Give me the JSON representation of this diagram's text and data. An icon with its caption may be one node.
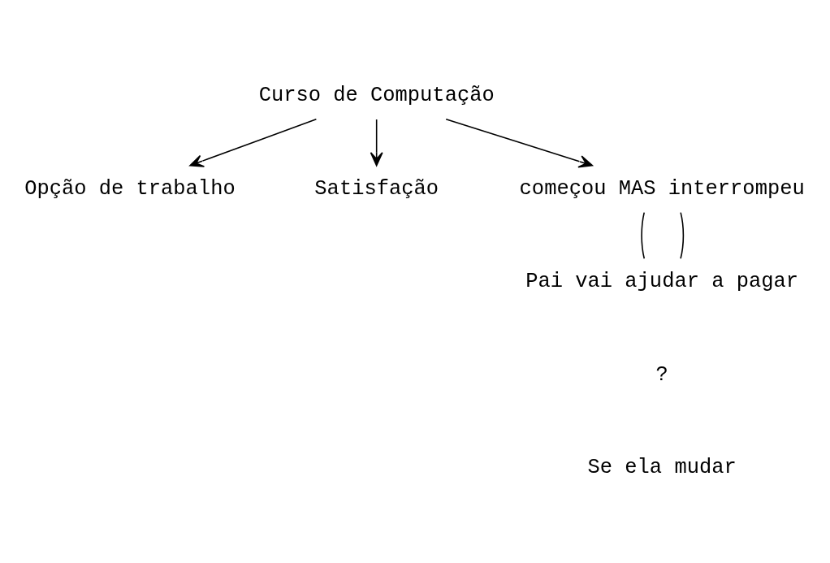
{
  "diagram": {
    "nodes": [
      {
        "text": [
          "Curso de Computação"
        ]
      },
      {
        "text": [
          "Opção de trabalho"
        ]
      },
      {
        "text": [
          "Satisfação"
        ]
      },
      {
        "text": [
          "começou MAS interrompeu"
        ]
      },
      {
        "text": [
          "Pai vai ajudar a pagar"
        ]
      }
    ],
    "edges": [
      {
        "from": 0,
        "to": 1,
        "arrow": "to"
      },
      {
        "from": 0,
        "to": 3,
        "arrow": "to"
      },
      {
        "from": 0,
        "to": 2,
        "arrow": "to"
      },
      {
        "from": 3,
        "to": 4,
        "arrow": "none"
      },
      {
        "from": 3,
        "to": 4,
        "arrow": "none"
      }
    ],
    "labels": [
      "?",
      "Se ela mudar"
    ]
  }
}
